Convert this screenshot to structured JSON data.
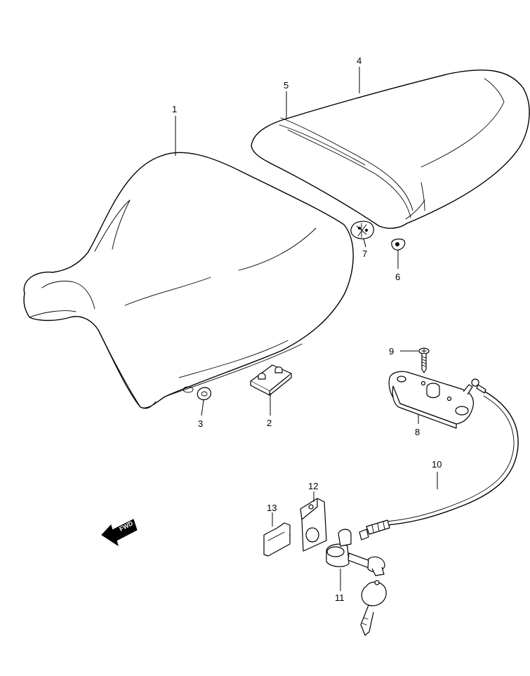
{
  "diagram": {
    "callouts": {
      "c1": "1",
      "c2": "2",
      "c3": "3",
      "c4": "4",
      "c5": "5",
      "c6": "6",
      "c7": "7",
      "c8": "8",
      "c9": "9",
      "c10": "10",
      "c11": "11",
      "c12": "12",
      "c13": "13"
    },
    "fwd_label": "FWD"
  }
}
